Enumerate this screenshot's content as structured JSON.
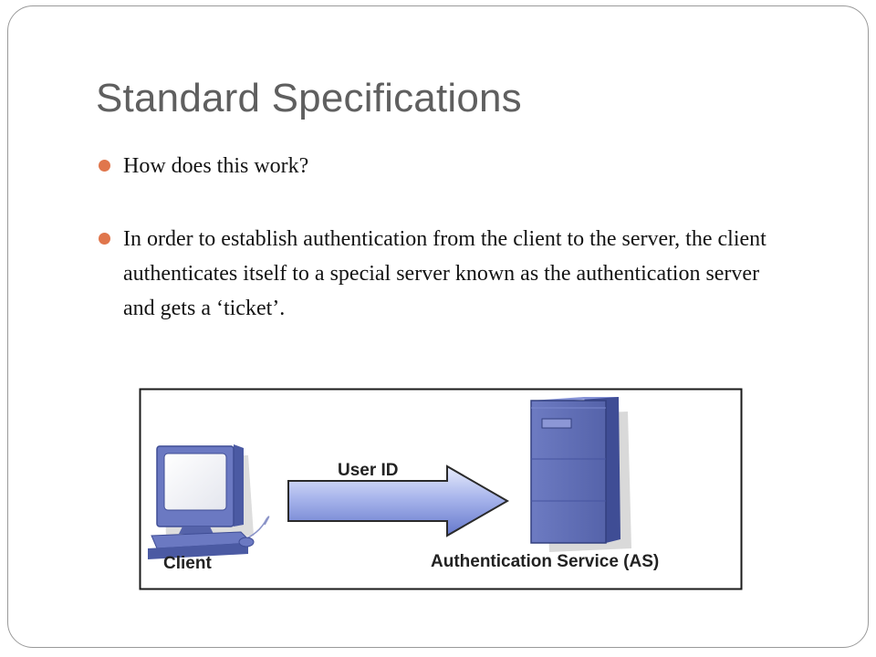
{
  "slide": {
    "title": "Standard Specifications",
    "bullets": [
      "How does this work?",
      "In order to establish authentication from the client to the server, the client authenticates itself to a special server known as the authentication server and gets a ‘ticket’."
    ]
  },
  "diagram": {
    "client_label": "Client",
    "arrow_label": "User ID",
    "server_label": "Authentication Service (AS)"
  },
  "colors": {
    "bullet": "#e0764c",
    "title": "#5f5f5f",
    "server_body": "#5c6ab2",
    "arrow_fill": "#7e90d8"
  },
  "icons": [
    "computer-icon",
    "server-tower-icon",
    "arrow-right-icon"
  ]
}
